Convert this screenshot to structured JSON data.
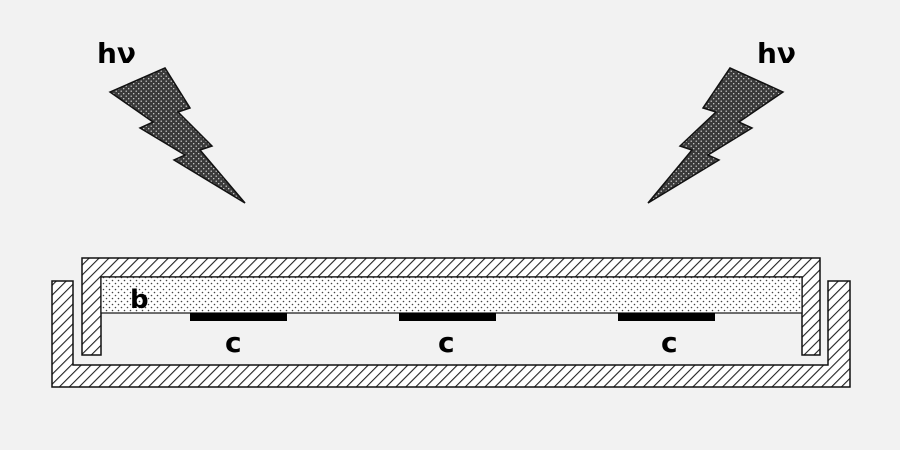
{
  "diagram": {
    "light_label_left": "hν",
    "light_label_right": "hν",
    "layer_label": "b",
    "electrode_labels": [
      "c",
      "c",
      "c"
    ]
  },
  "colors": {
    "background": "#f2f2f2",
    "outline": "#111111",
    "hatch": "#222222",
    "dots": "#444444",
    "electrode": "#000000",
    "bolt_fill": "#3a3a3a"
  }
}
